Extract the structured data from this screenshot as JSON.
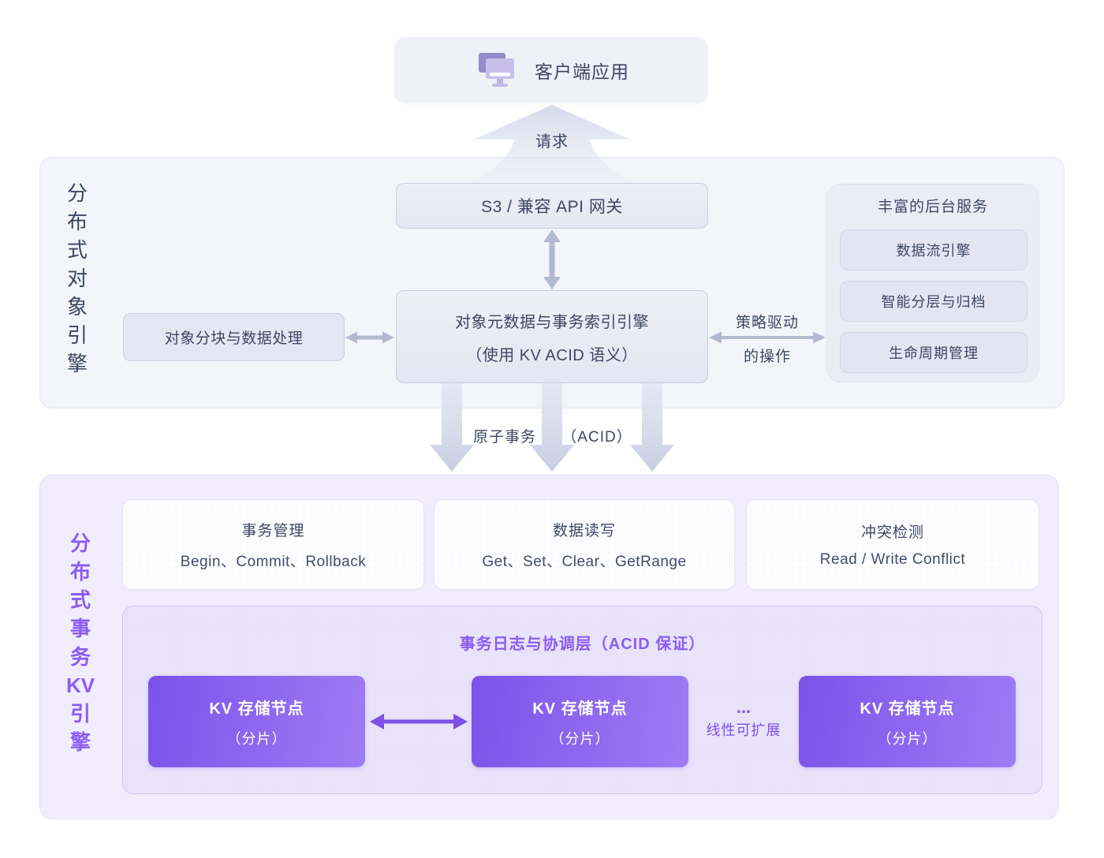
{
  "diagram": {
    "client": {
      "label": "客户端应用",
      "icon": "monitor-icon"
    },
    "request_arrow_label": "请求",
    "object_engine_section": {
      "vertical_label": [
        "分",
        "布",
        "式",
        "对",
        "象",
        "引",
        "擎"
      ],
      "gateway_label": "S3 / 兼容 API 网关",
      "metadata_engine": {
        "line1": "对象元数据与事务索引引擎",
        "line2": "（使用 KV ACID 语义）"
      },
      "chunking_label": "对象分块与数据处理",
      "policy_arrow": {
        "line1": "策略驱动",
        "line2": "的操作"
      },
      "backend_services": {
        "title": "丰富的后台服务",
        "items": [
          "数据流引擎",
          "智能分层与归档",
          "生命周期管理"
        ]
      }
    },
    "atomic_arrow": {
      "label1": "原子事务",
      "label2": "（ACID）"
    },
    "kv_engine_section": {
      "vertical_label": [
        "分",
        "布",
        "式",
        "事",
        "务",
        "KV",
        "引",
        "擎"
      ],
      "cards": [
        {
          "title": "事务管理",
          "subtitle": "Begin、Commit、Rollback"
        },
        {
          "title": "数据读写",
          "subtitle": "Get、Set、Clear、GetRange"
        },
        {
          "title": "冲突检测",
          "subtitle": "Read / Write Conflict"
        }
      ],
      "coordination": {
        "title": "事务日志与协调层（ACID 保证）",
        "nodes": [
          {
            "line1": "KV 存储节点",
            "line2": "（分片）"
          },
          {
            "line1": "KV 存储节点",
            "line2": "（分片）"
          },
          {
            "line1": "KV 存储节点",
            "line2": "（分片）"
          }
        ],
        "scalability": {
          "dots": "...",
          "label": "线性可扩展"
        }
      }
    },
    "colors": {
      "slate_text": "#3e4663",
      "purple_accent": "#8b5cf6",
      "purple_deep": "#7c4fe8",
      "node_gradient_start": "#7c52ea",
      "node_gradient_end": "#9d7cf4",
      "section1_bg": "#f3f5fa",
      "section2_bg": "#f1edfc"
    }
  }
}
